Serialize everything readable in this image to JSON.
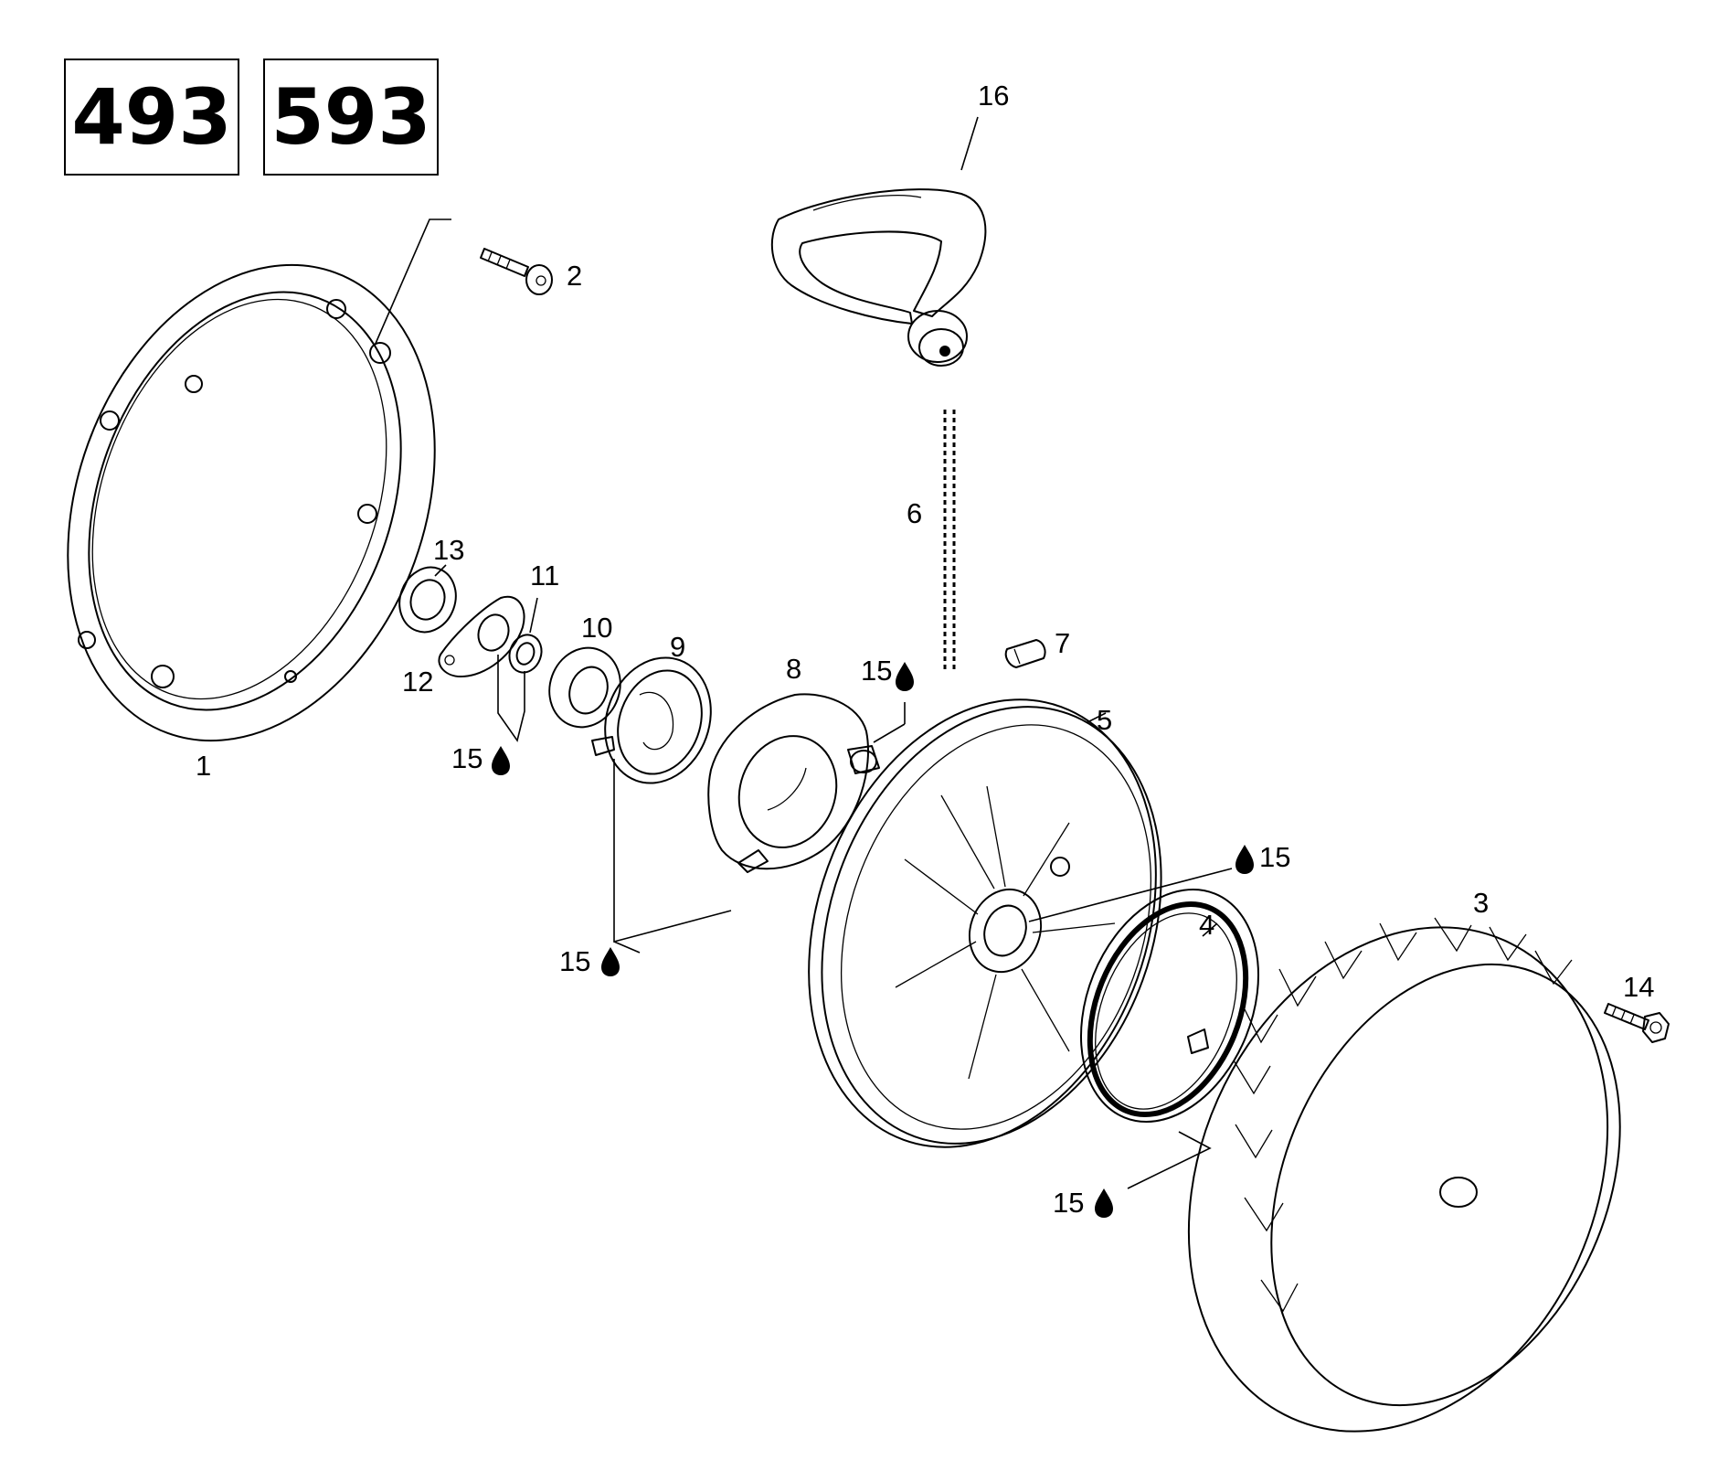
{
  "engine_models": [
    "493",
    "593"
  ],
  "callouts": [
    {
      "id": "label-1",
      "text": "1"
    },
    {
      "id": "label-2",
      "text": "2"
    },
    {
      "id": "label-3",
      "text": "3"
    },
    {
      "id": "label-4",
      "text": "4"
    },
    {
      "id": "label-5",
      "text": "5"
    },
    {
      "id": "label-6",
      "text": "6"
    },
    {
      "id": "label-7",
      "text": "7"
    },
    {
      "id": "label-8",
      "text": "8"
    },
    {
      "id": "label-9",
      "text": "9"
    },
    {
      "id": "label-10",
      "text": "10"
    },
    {
      "id": "label-11",
      "text": "11"
    },
    {
      "id": "label-12",
      "text": "12"
    },
    {
      "id": "label-13",
      "text": "13"
    },
    {
      "id": "label-14",
      "text": "14"
    },
    {
      "id": "label-16",
      "text": "16"
    }
  ],
  "lubricant_callouts": [
    {
      "id": "lube-a",
      "text": "15"
    },
    {
      "id": "lube-b",
      "text": "15"
    },
    {
      "id": "lube-c",
      "text": "15"
    },
    {
      "id": "lube-d",
      "text": "15"
    },
    {
      "id": "lube-e",
      "text": "15"
    }
  ],
  "lubricant_icon": "oil-drop-icon"
}
